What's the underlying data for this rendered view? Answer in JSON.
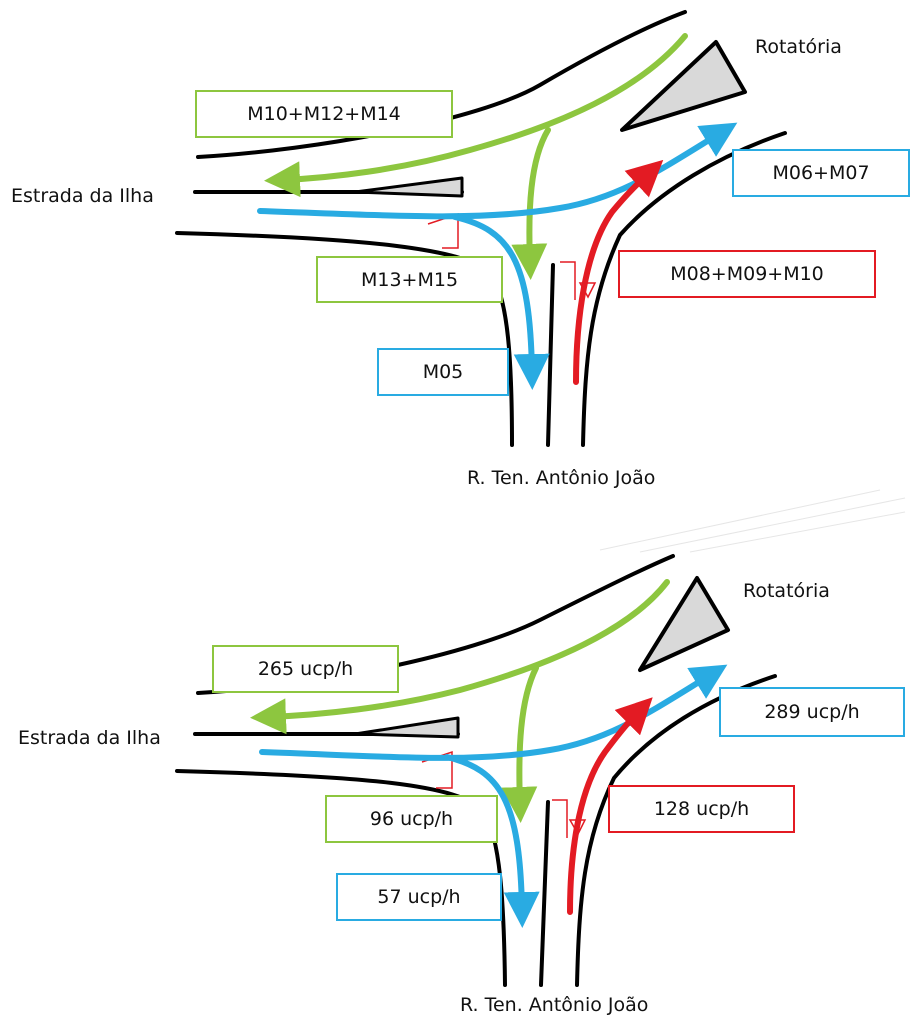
{
  "places": {
    "rotatoria": "Rotatória",
    "estrada": "Estrada da Ilha",
    "rua": "R. Ten. Antônio João"
  },
  "diagram1": {
    "green_top": "M10+M12+M14",
    "green_left": "M13+M15",
    "blue_right": "M06+M07",
    "blue_bottom": "M05",
    "red": "M08+M09+M10"
  },
  "diagram2": {
    "green_top": "265 ucp/h",
    "green_left": "96 ucp/h",
    "blue_right": "289 ucp/h",
    "blue_bottom": "57 ucp/h",
    "red": "128 ucp/h"
  },
  "colors": {
    "green": "#8dc63f",
    "blue": "#29abe2",
    "red": "#e31b23",
    "island": "#d9d9d9"
  }
}
